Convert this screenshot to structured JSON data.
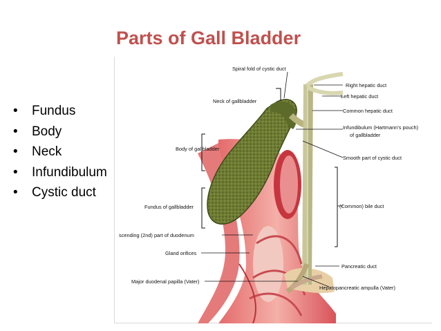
{
  "slide": {
    "title": "Parts of Gall Bladder",
    "bullets": [
      "Fundus",
      "Body",
      "Neck",
      "Infundibulum",
      "Cystic duct"
    ],
    "title_color": "#c0504d"
  },
  "figure": {
    "labels": {
      "spiral_fold": "Spiral fold of cystic duct",
      "right_hepatic": "Right hepatic duct",
      "left_hepatic": "Left hepatic duct",
      "neck": "Neck of gallbladder",
      "common_hepatic": "Common hepatic duct",
      "infundibulum_1": "Infundibulum (Hartmann's pouch)",
      "infundibulum_2": "of gallbladder",
      "body": "Body of gallbladder",
      "smooth_part": "Smooth part of cystic duct",
      "fundus": "Fundus of gallbladder",
      "bile_duct": "(Common) bile duct",
      "duodenum": "scending (2nd) part of duodenum",
      "gland_orifices": "Gland orifices",
      "pancreatic_duct": "Pancreatic duct",
      "papilla": "Major duodenal papilla (Vater)",
      "ampulla": "Hepatopancreatic ampulla (Vater)"
    }
  }
}
